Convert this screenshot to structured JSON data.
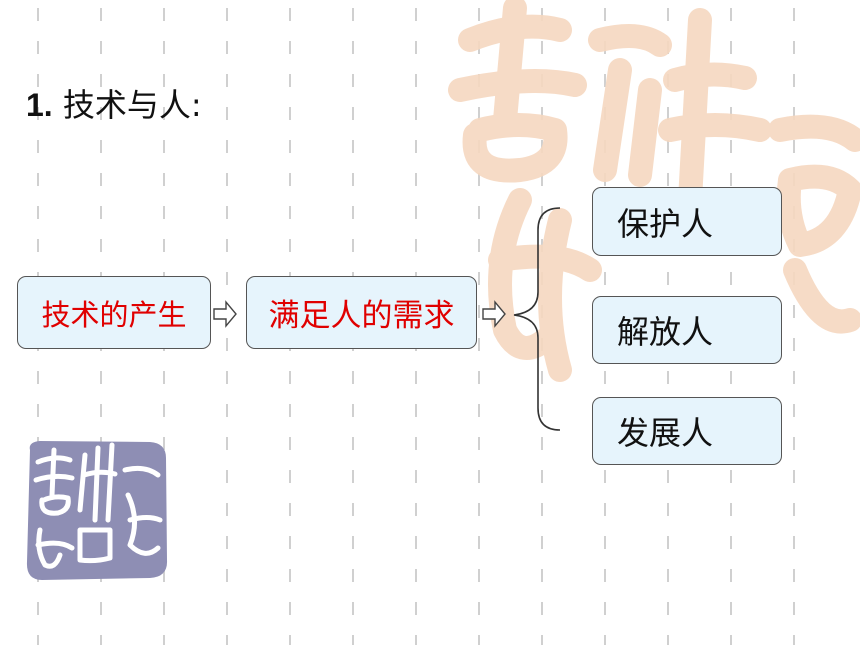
{
  "slide": {
    "title_number": "1.",
    "title_text": " 技术与人:",
    "flow": {
      "start": "技术的产生",
      "middle": "满足人的需求"
    },
    "branches": [
      "保护人",
      "解放人",
      "发展人"
    ]
  },
  "colors": {
    "box_fill": "#e6f4fc",
    "highlight_text": "#e00000",
    "watermark": "#f6d8c0",
    "logo": "#8e8eb4",
    "grid": "#cfcfcf"
  },
  "decorations": {
    "watermark_icon": "auspicious-seal-watermark-icon",
    "logo_icon": "auspicious-seal-logo-icon",
    "arrow_icon": "hollow-right-arrow-icon",
    "brace_icon": "curly-brace-icon"
  }
}
